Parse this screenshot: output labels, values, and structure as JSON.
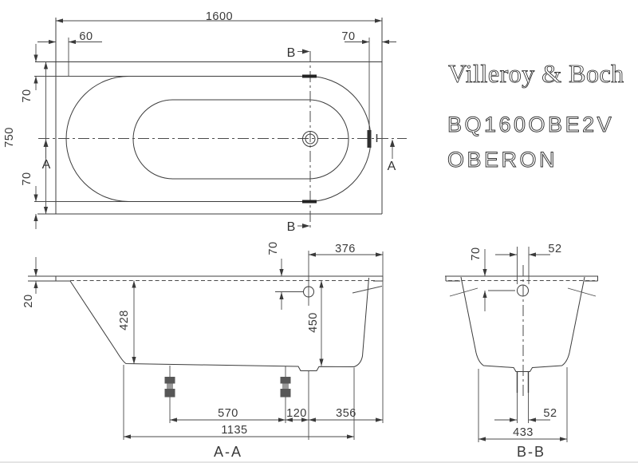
{
  "brand": {
    "logo": "Villeroy & Boch",
    "model": "BQ160OBE2V",
    "series": "OBERON"
  },
  "plan": {
    "length": "1600",
    "width": "750",
    "left_inset": "60",
    "right_inset": "70",
    "top_inset": "70",
    "bottom_inset": "70",
    "marker_a": "A",
    "marker_b": "B"
  },
  "section_aa": {
    "label": "A-A",
    "rim_height": "20",
    "depth_rear": "428",
    "depth_drain": "450",
    "drain_below_rim": "70",
    "drain_to_end_top": "376",
    "foot_spacing": "570",
    "foot_to_drain": "120",
    "drain_to_end_bottom": "356",
    "foot_span": "1135"
  },
  "section_bb": {
    "label": "B-B",
    "drain_below_rim": "70",
    "drain_width_top": "52",
    "drain_width_bottom": "52",
    "base_width": "433"
  }
}
